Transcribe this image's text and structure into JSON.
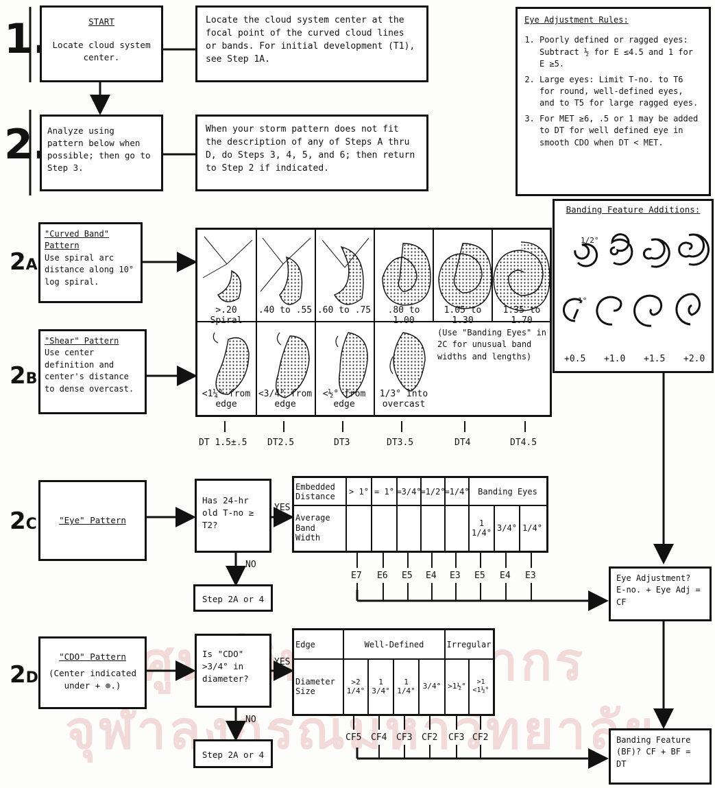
{
  "steps": {
    "s1": {
      "num": "1.",
      "title": "START",
      "body": "Locate cloud system center.",
      "note": "Locate the cloud system center at the focal point of the curved cloud lines or bands.  For initial development (T1), see Step 1A."
    },
    "s2": {
      "num": "2.",
      "body": "Analyze using pattern below when possible; then go to Step 3.",
      "note": "When your storm pattern does not fit the description of any of Steps A thru D, do Steps 3, 4, 5, and 6; then return to Step 2 if indicated."
    }
  },
  "eye_rules": {
    "title": "Eye Adjustment Rules:",
    "rules": [
      "Poorly defined or ragged eyes: Subtract ½ for E ≤4.5 and 1 for E ≥5.",
      "Large eyes:  Limit T-no. to T6 for round, well-defined eyes, and to T5 for large ragged eyes.",
      "For MET ≥6, .5 or 1 may be added to DT for well defined eye in smooth CDO when DT < MET."
    ]
  },
  "banding": {
    "title": "Banding Feature Additions:",
    "top_marks": [
      "1/2°",
      "1°"
    ],
    "values": [
      "+0.5",
      "+1.0",
      "+1.5",
      "+2.0"
    ]
  },
  "s2a": {
    "num": "2",
    "sub": "A",
    "title": "\"Curved Band\" Pattern",
    "body": "Use spiral arc distance along 10° log spiral.",
    "captions": [
      ">.20 Spiral",
      ".40 to .55",
      ".60 to .75",
      ".80 to 1.00",
      "1.05 to 1.30",
      "1.35 to 1.70"
    ]
  },
  "s2b": {
    "num": "2",
    "sub": "B",
    "title": "\"Shear\" Pattern",
    "body": "Use center definition and center's distance to dense overcast.",
    "captions": [
      "<1¼° from edge",
      "<3/4° from edge",
      "<½° from edge",
      "1/3° into overcast"
    ],
    "note": "(Use \"Banding Eyes\" in 2C for unusual band widths and lengths)",
    "dt": [
      "DT 1.5±.5",
      "DT2.5",
      "DT3",
      "DT3.5",
      "DT4",
      "DT4.5"
    ]
  },
  "s2c": {
    "num": "2",
    "sub": "C",
    "title": "\"Eye\" Pattern",
    "question": "Has 24-hr old T-no ≥ T2?",
    "yes": "YES",
    "no": "NO",
    "fallback": "Step 2A or 4",
    "row1_label": "Embedded Distance",
    "row1": [
      "> 1°",
      "= 1°",
      "=3/4°",
      "=1/2°",
      "=1/4°"
    ],
    "banding_eyes": "Banding Eyes",
    "row2_label": "Average Band Width",
    "row2": [
      "1 1/4°",
      "3/4°",
      "1/4°"
    ],
    "e_values": [
      "E7",
      "E6",
      "E5",
      "E4",
      "E3",
      "E5",
      "E4",
      "E3"
    ]
  },
  "s2d": {
    "num": "2",
    "sub": "D",
    "title": "\"CDO\" Pattern",
    "body": "(Center indicated under + ⊕.)",
    "question": "Is \"CDO\" >3/4° in diameter?",
    "yes": "YES",
    "no": "NO",
    "fallback": "Step 2A or 4",
    "row1_label": "Edge",
    "well": "Well-Defined",
    "irregular": "Irregular",
    "row2_label": "Diameter Size",
    "row2": [
      ">2 1/4°",
      "1 3/4°",
      "1 1/4°",
      "3/4°",
      ">1½°",
      ">1 <1½°"
    ],
    "cf_values": [
      "CF5",
      "CF4",
      "CF3",
      "CF2",
      "CF3",
      "CF2"
    ]
  },
  "eye_adj": {
    "text": "Eye Adjustment? E-no. + Eye Adj = CF"
  },
  "bf": {
    "text": "Banding Feature (BF)? CF + BF = DT"
  },
  "watermark": [
    "ศูนย์วิทยทรัพยากร",
    "จุฬาลงกรณ์มหาวิทยาลัย"
  ]
}
